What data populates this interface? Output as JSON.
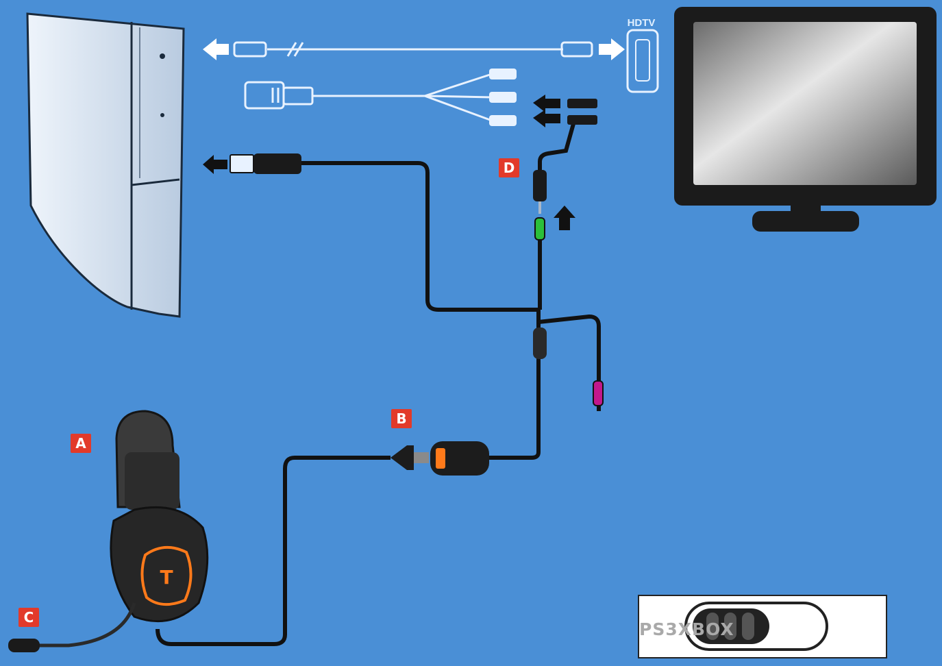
{
  "labels": {
    "a": "A",
    "b": "B",
    "c": "C",
    "d": "D",
    "hdtv": "HDTV"
  },
  "switch": {
    "left_text": "PS3",
    "right_text": "XBOX"
  },
  "colors": {
    "background": "#4a8fd6",
    "label_red": "#e23a2a",
    "cable_black": "#111111",
    "cable_white": "#e8f2ff",
    "plug_green": "#2bbf3a",
    "plug_pink": "#c2188c",
    "accent_orange": "#ff7a1a"
  },
  "icons": [
    "arrow-left-icon",
    "arrow-right-icon",
    "arrow-up-icon",
    "usb-plug-icon",
    "hdmi-plug-icon",
    "rca-plug-icon"
  ]
}
